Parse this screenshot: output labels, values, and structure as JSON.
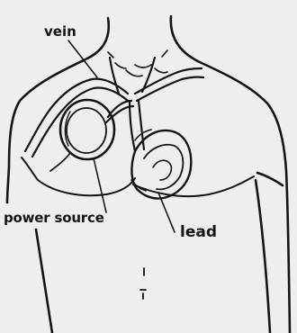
{
  "labels": {
    "vein": "vein",
    "power_source": "power source",
    "lead": "lead"
  },
  "colors": {
    "ink": "#151515",
    "paper": "#eeeeee"
  }
}
